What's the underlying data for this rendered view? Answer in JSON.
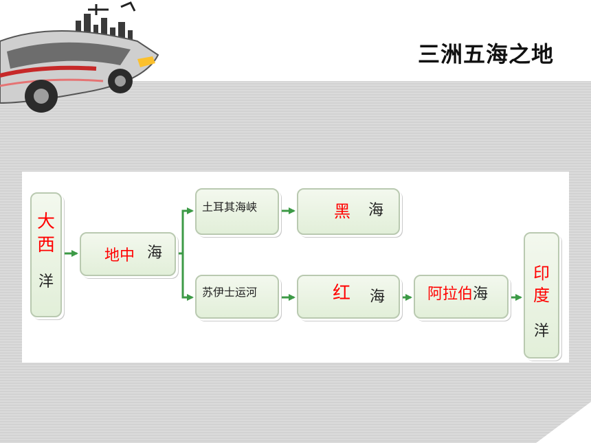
{
  "title": "三洲五海之地",
  "nodes": {
    "atlantic": {
      "hl": "大西",
      "rest": "洋"
    },
    "mediterranean": {
      "hl": "地中",
      "rest": "海"
    },
    "turkish_straits": {
      "rest": "土耳其海峡"
    },
    "black_sea": {
      "hl": "黑",
      "rest": "海"
    },
    "suez": {
      "rest": "苏伊士运河"
    },
    "red_sea": {
      "hl": "红",
      "rest": "海"
    },
    "arabian_sea": {
      "hl": "阿拉伯",
      "rest": "海"
    },
    "indian_ocean": {
      "hl": "印度",
      "rest": "洋"
    }
  },
  "colors": {
    "highlight": "#ff0000",
    "arrow": "#3c9a46",
    "node_fill": "#e6f1dd"
  },
  "icons": {
    "logo": "sports-car-cityscape-logo"
  }
}
